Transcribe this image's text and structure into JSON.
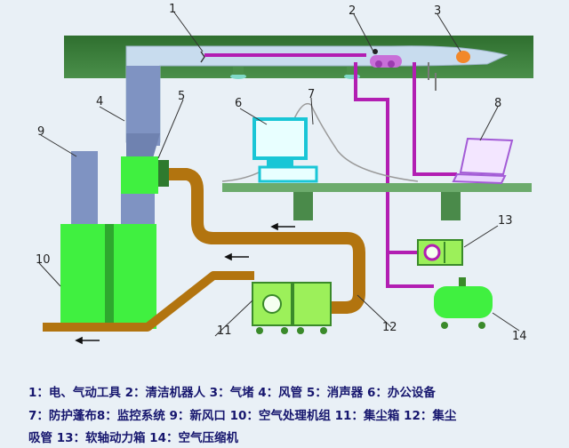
{
  "callouts": [
    "1",
    "2",
    "3",
    "4",
    "5",
    "6",
    "7",
    "8",
    "9",
    "10",
    "11",
    "12",
    "13",
    "14"
  ],
  "legend": {
    "line1": "1：电、气动工具   2：清洁机器人   3：气堵   4：风管   5：消声器   6：办公设备",
    "line2": "7：防护蓬布8：监控系统   9：新风口   10：空气处理机组   11：集尘箱   12：集尘",
    "line3": "吸管   13：软轴动力箱 14：空气压缩机"
  },
  "colors": {
    "duct_green": "#3a7d3a",
    "air_duct_blue": "#7f93c2",
    "vacuum_hose_brown": "#b2740f",
    "air_line_purple": "#b21eb2",
    "equipment_green": "#40f040",
    "legend_text": "#16166e"
  }
}
